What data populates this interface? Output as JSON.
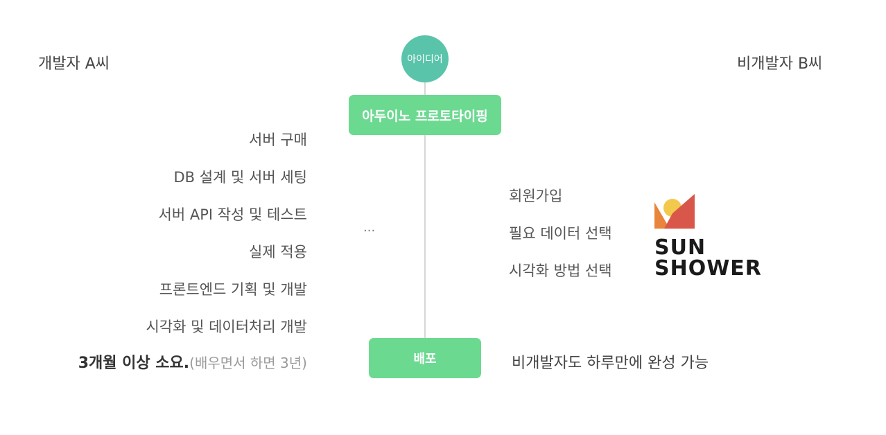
{
  "personas": {
    "developer": "개발자 A씨",
    "non_developer": "비개발자 B씨"
  },
  "timeline": {
    "idea": "아이디어",
    "arduino": "아두이노 프로토타이핑",
    "ellipsis": "...",
    "deploy": "배포"
  },
  "developer_steps": [
    "서버 구매",
    "DB 설계 및 서버 세팅",
    "서버 API 작성 및 테스트",
    "실제 적용",
    "프론트엔드 기획 및 개발",
    "시각화 및 데이터처리 개발"
  ],
  "developer_summary": {
    "strong": "3개월 이상 소요.",
    "light": "(배우면서 하면 3년)"
  },
  "non_developer_steps": [
    "회원가입",
    "필요 데이터 선택",
    "시각화 방법 선택"
  ],
  "non_developer_summary": "비개발자도 하루만에 완성 가능",
  "logo": {
    "line1": "SUN",
    "line2": "SHOWER",
    "colors": {
      "sun": "#f2c94c",
      "orange": "#e8843c",
      "red": "#d9574a"
    }
  },
  "colors": {
    "idea_circle": "#5ac4aa",
    "green_box": "#6cd991",
    "line": "#d6d6d6"
  }
}
